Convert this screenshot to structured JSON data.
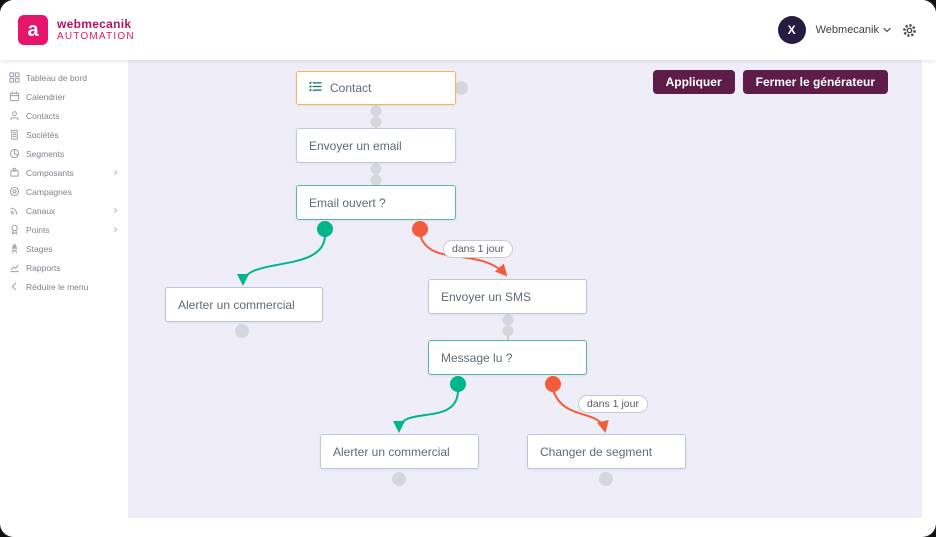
{
  "topbar": {
    "logo": {
      "letter": "a",
      "line1": "webmecanik",
      "line2": "AUTOMATION"
    },
    "user": {
      "name": "Webmecanik",
      "avatar_letter": "X"
    }
  },
  "sidebar": {
    "items": [
      {
        "label": "Tableau de bord",
        "icon": "dashboard-icon",
        "has_submenu": false
      },
      {
        "label": "Calendrier",
        "icon": "calendar-icon",
        "has_submenu": false
      },
      {
        "label": "Contacts",
        "icon": "contacts-icon",
        "has_submenu": false
      },
      {
        "label": "Sociétés",
        "icon": "companies-icon",
        "has_submenu": false
      },
      {
        "label": "Segments",
        "icon": "segments-icon",
        "has_submenu": false
      },
      {
        "label": "Composants",
        "icon": "components-icon",
        "has_submenu": true
      },
      {
        "label": "Campagnes",
        "icon": "campaigns-icon",
        "has_submenu": false
      },
      {
        "label": "Canaux",
        "icon": "channels-icon",
        "has_submenu": true
      },
      {
        "label": "Points",
        "icon": "points-icon",
        "has_submenu": true
      },
      {
        "label": "Stages",
        "icon": "stages-icon",
        "has_submenu": false
      },
      {
        "label": "Rapports",
        "icon": "reports-icon",
        "has_submenu": false
      },
      {
        "label": "Réduire le menu",
        "icon": "collapse-menu-icon",
        "has_submenu": false
      }
    ]
  },
  "builder": {
    "apply_button": "Appliquer",
    "close_button": "Fermer le générateur",
    "nodes": {
      "contact": "Contact",
      "send_email": "Envoyer un email",
      "email_opened": "Email ouvert ?",
      "alert_sales_top": "Alerter un commercial",
      "send_sms": "Envoyer un SMS",
      "message_read": "Message lu ?",
      "alert_sales_bottom": "Alerter un commercial",
      "change_segment": "Changer de segment"
    },
    "delays": {
      "email_branch": "dans 1 jour",
      "sms_branch": "dans 1 jour"
    },
    "colors": {
      "positive_branch": "#00b48d",
      "negative_branch": "#f25c3b",
      "contact_border": "#f0b95c",
      "decision_border": "#58b7a6",
      "action_border": "#bac7de",
      "button_background": "#5e1d49",
      "brand_pink": "#e5156b"
    }
  }
}
